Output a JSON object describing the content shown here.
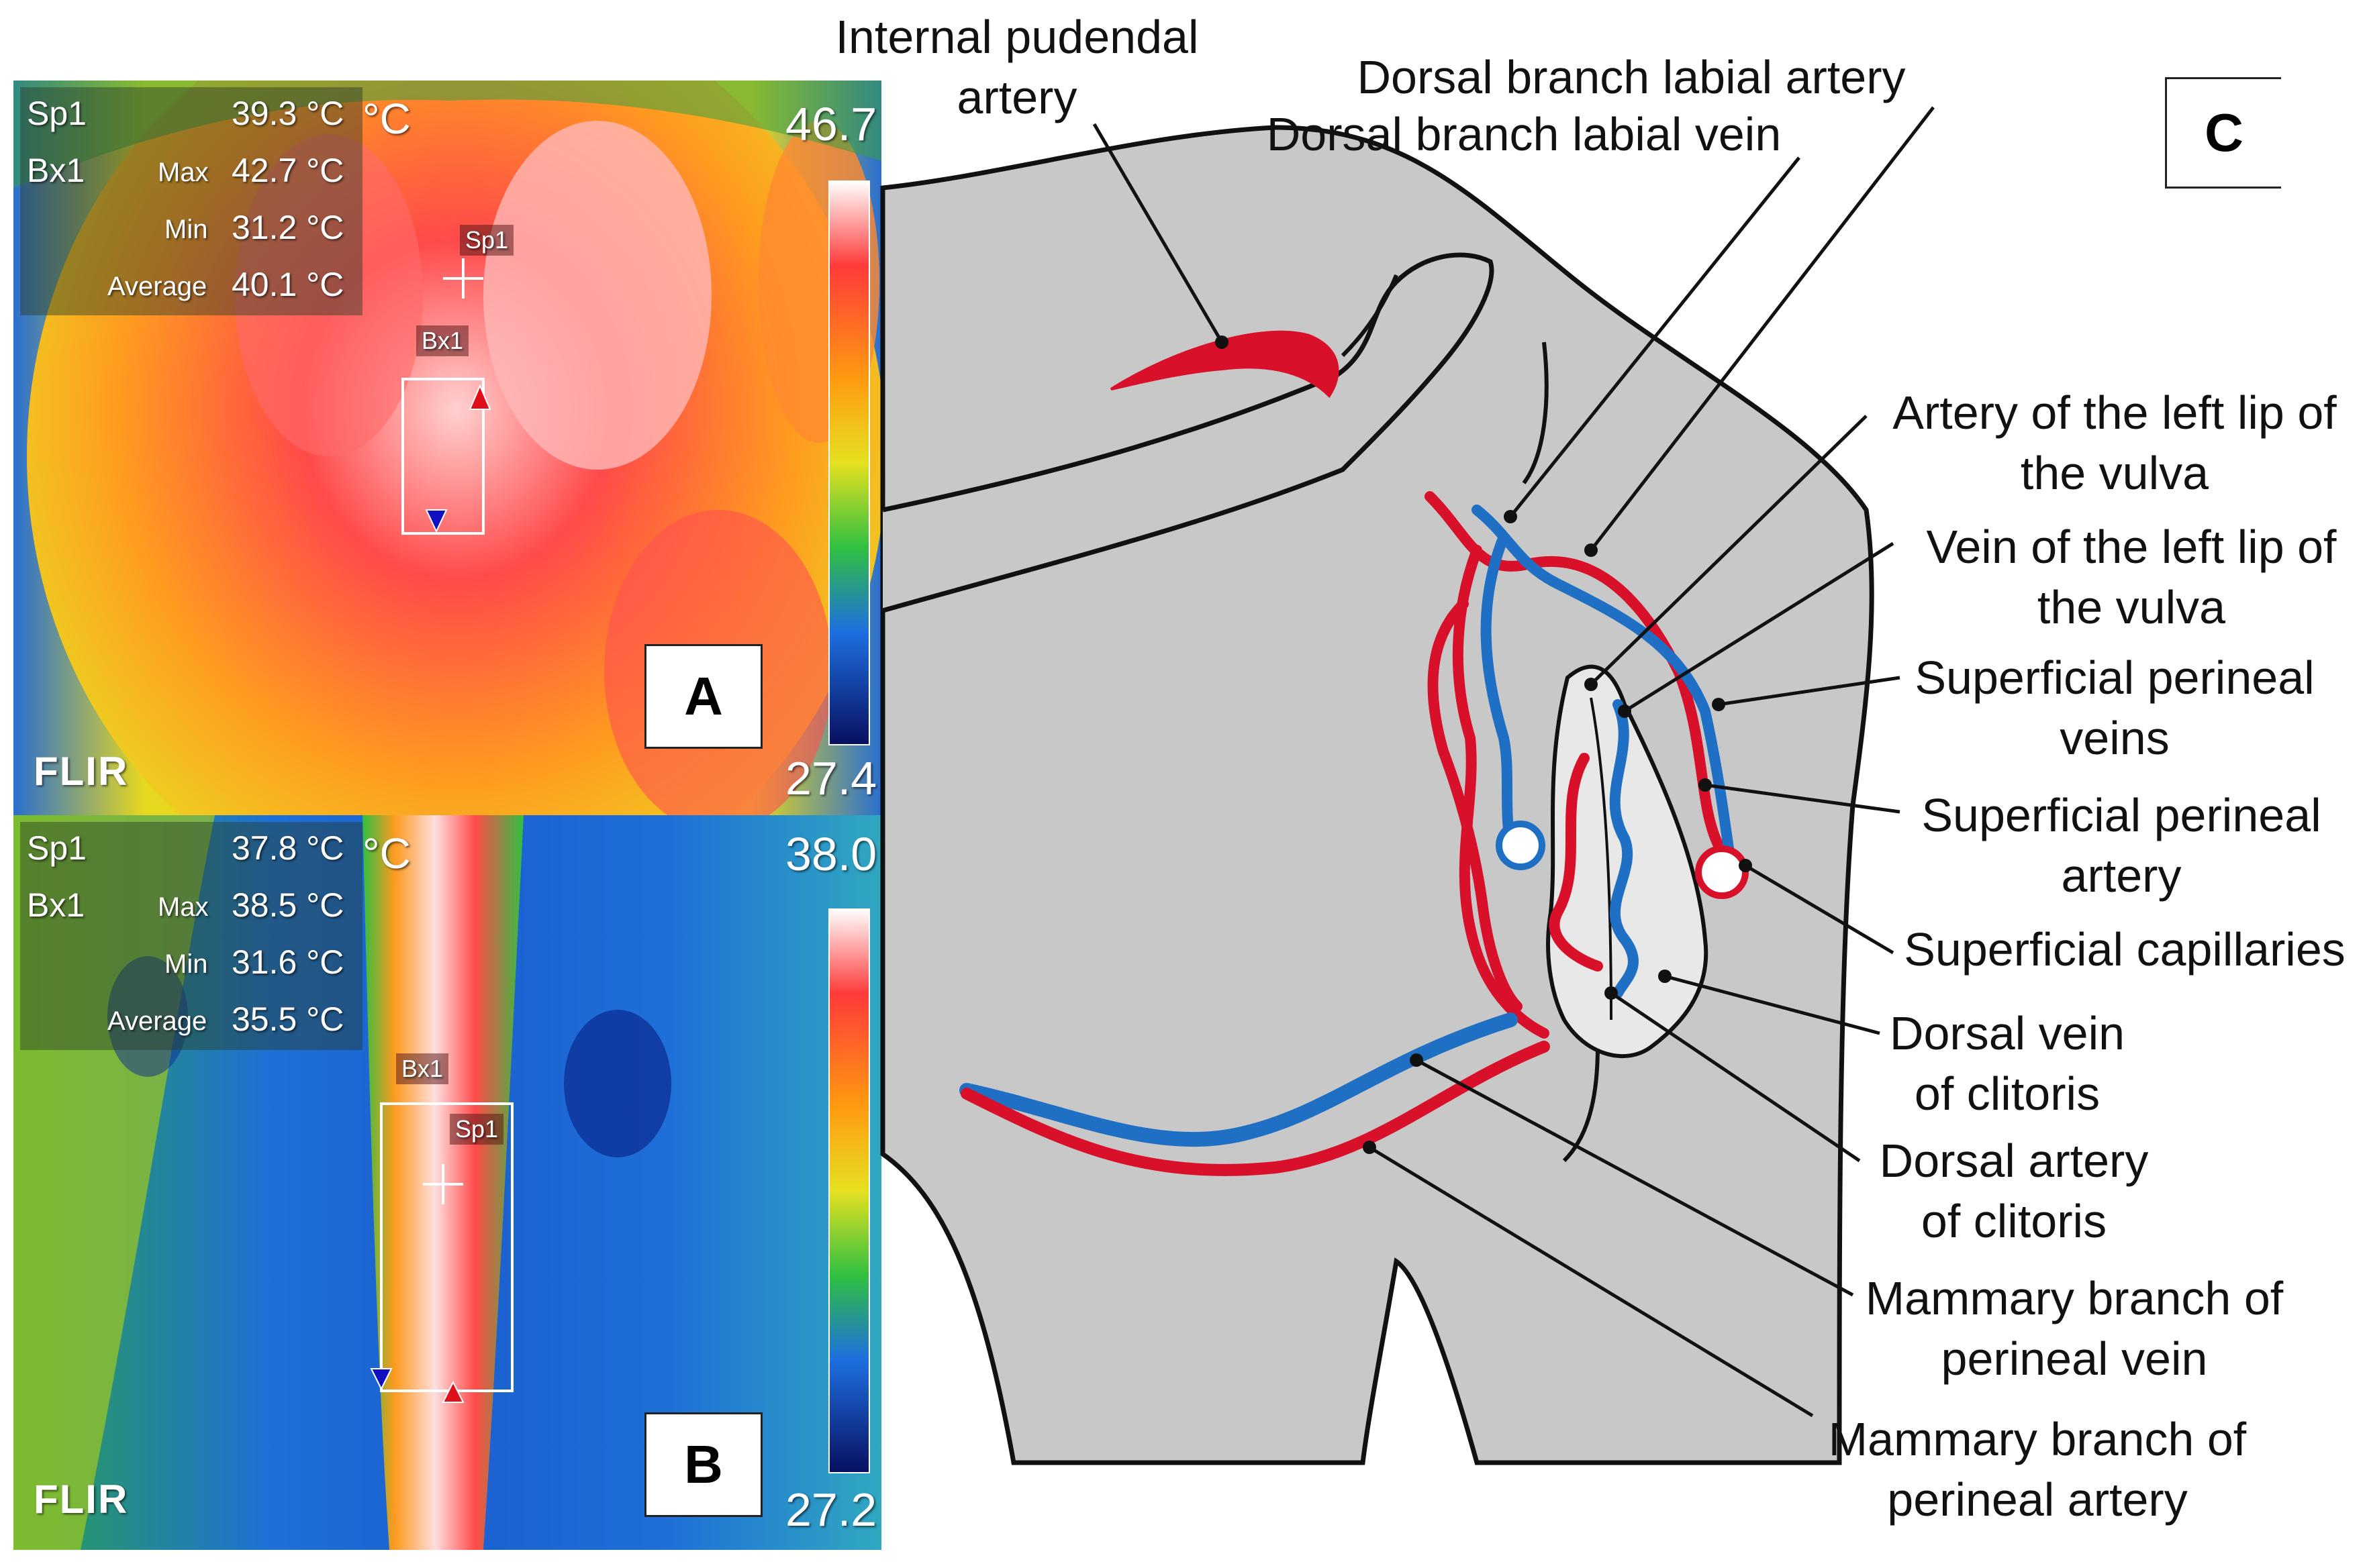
{
  "colors": {
    "artery": "#d9102a",
    "vein": "#1f6fc4",
    "body_fill": "#c8c8c8",
    "outline": "#111111"
  },
  "panel_a": {
    "letter": "A",
    "sp1_label": "Sp1",
    "sp1_value": "39.3 °C",
    "unit": "°C",
    "bx1_label": "Bx1",
    "max_label": "Max",
    "max_value": "42.7 °C",
    "min_label": "Min",
    "min_value": "31.2 °C",
    "avg_label": "Average",
    "avg_value": "40.1 °C",
    "scale_max": "46.7",
    "scale_min": "27.4",
    "tag_sp1": "Sp1",
    "tag_bx1": "Bx1",
    "brand": "FLIR"
  },
  "panel_b": {
    "letter": "B",
    "sp1_label": "Sp1",
    "sp1_value": "37.8 °C",
    "unit": "°C",
    "bx1_label": "Bx1",
    "max_label": "Max",
    "max_value": "38.5 °C",
    "min_label": "Min",
    "min_value": "31.6 °C",
    "avg_label": "Average",
    "avg_value": "35.5 °C",
    "scale_max": "38.0",
    "scale_min": "27.2",
    "tag_sp1": "Sp1",
    "tag_bx1": "Bx1",
    "brand": "FLIR"
  },
  "panel_c": {
    "letter": "C",
    "labels": {
      "internal_pudendal_artery": "Internal pudendal\nartery",
      "dorsal_branch_labial_artery": "Dorsal branch labial artery",
      "dorsal_branch_labial_vein": "Dorsal branch labial vein",
      "artery_left_lip": "Artery of the left lip of\nthe vulva",
      "vein_left_lip": "Vein of the left lip of\nthe vulva",
      "superficial_perineal_veins": "Superficial perineal\nveins",
      "superficial_perineal_artery": "Superficial perineal\nartery",
      "superficial_capillaries": "Superficial capillaries",
      "dorsal_vein_clitoris": "Dorsal vein\nof clitoris",
      "dorsal_artery_clitoris": "Dorsal artery\nof clitoris",
      "mammary_branch_vein": "Mammary branch of\nperineal vein",
      "mammary_branch_artery": "Mammary branch of\nperineal artery"
    }
  }
}
